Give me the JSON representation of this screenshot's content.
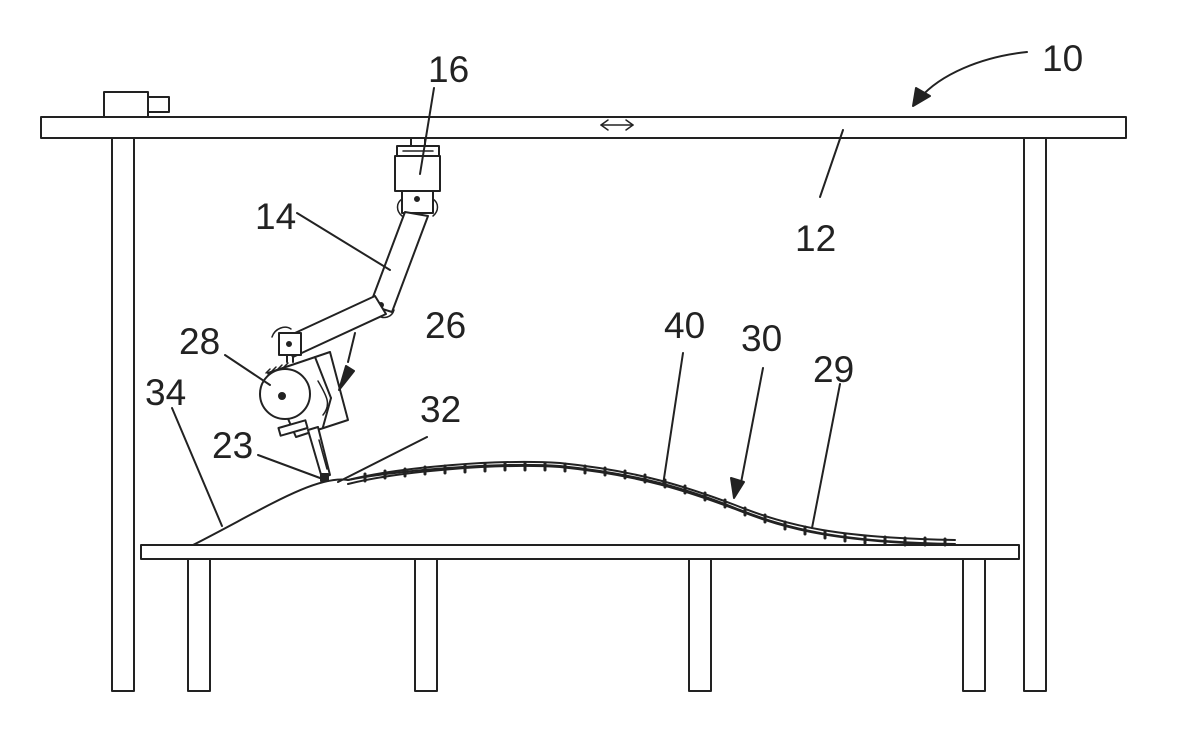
{
  "figure": {
    "colors": {
      "line": "#222222",
      "background": "#ffffff"
    },
    "labels": {
      "system": "10",
      "gantry": "12",
      "arm": "14",
      "arm_mount": "16",
      "nozzle_tip": "23",
      "end_effector": "26",
      "spool": "28",
      "part_end": "29",
      "part": "30",
      "mold_start": "32",
      "mold": "34",
      "layup_segments": "40"
    },
    "symbols": {
      "gantry_motion": "double-arrow-icon"
    }
  }
}
